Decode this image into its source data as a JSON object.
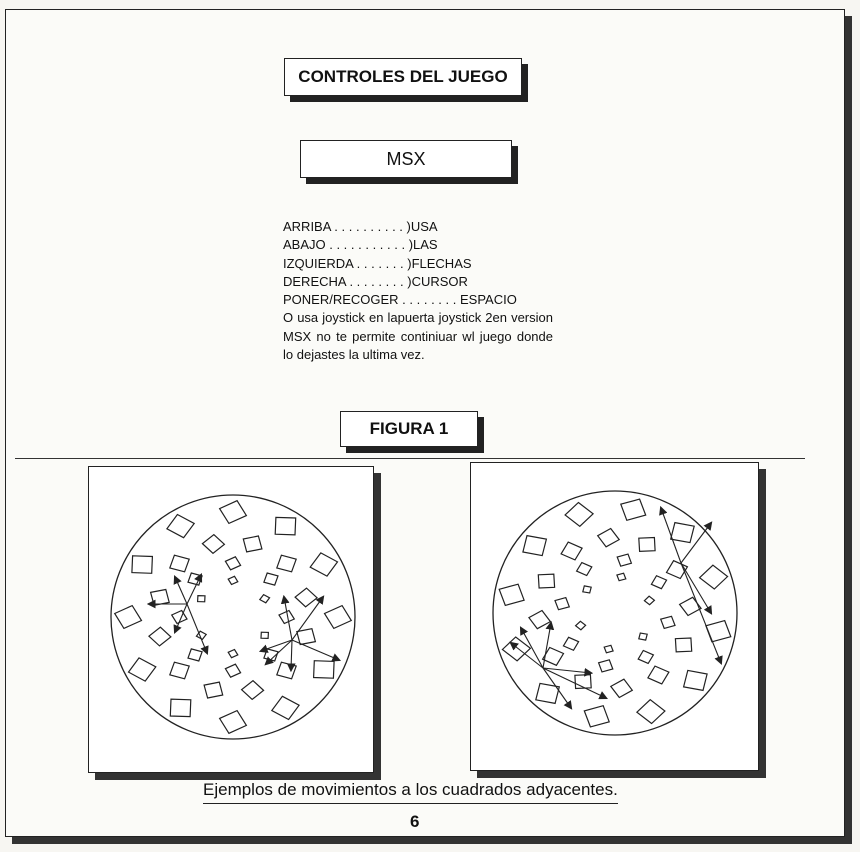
{
  "title": "CONTROLES DEL JUEGO",
  "platform": "MSX",
  "controls": [
    {
      "action": "ARRIBA . . . . . . . . . . ",
      "key": ")USA"
    },
    {
      "action": "ABAJO . . . . . . . . . . . ",
      "key": ")LAS"
    },
    {
      "action": "IZQUIERDA . . . . . . . ",
      "key": ")FLECHAS"
    },
    {
      "action": "DERECHA . . . . . . . . ",
      "key": ")CURSOR"
    },
    {
      "action": "PONER/RECOGER . . . . . . . . ",
      "key": "ESPACIO"
    }
  ],
  "note": "O usa joystick en lapuerta joystick 2en version MSX no te permite continiuar wl juego donde lo dejastes la ultima vez.",
  "figure_label": "FIGURA 1",
  "caption": "Ejemplos de movimientos a los cuadrados adyacentes.",
  "page_number": "6"
}
